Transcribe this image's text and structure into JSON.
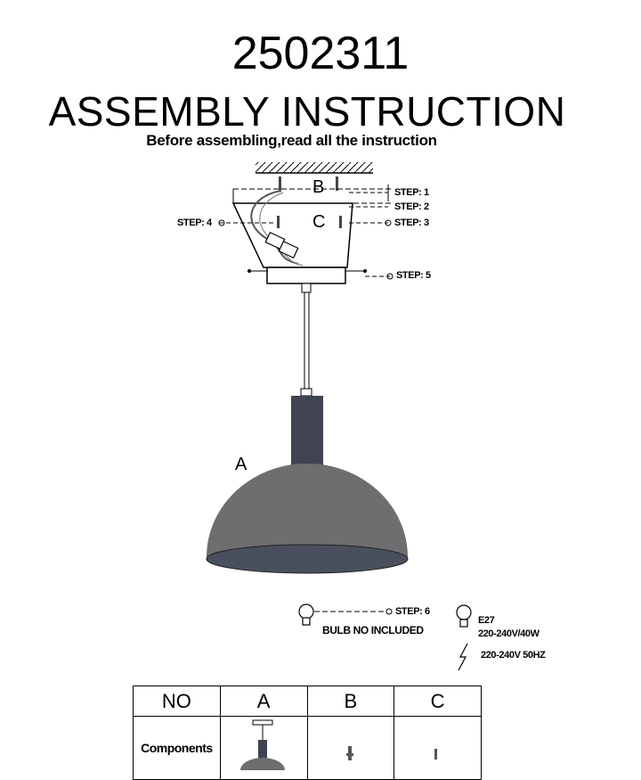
{
  "header": {
    "model_number": "2502311",
    "title": "ASSEMBLY  INSTRUCTION",
    "subtitle": "Before assembling,read all the instruction"
  },
  "diagram": {
    "part_labels": {
      "a": "A",
      "b": "B",
      "c": "C"
    },
    "steps": {
      "step1": "STEP: 1",
      "step2": "STEP: 2",
      "step3": "STEP: 3",
      "step4": "STEP: 4",
      "step5": "STEP: 5",
      "step6": "STEP: 6"
    },
    "bulb_note": "BULB NO INCLUDED",
    "specs": {
      "socket": "E27",
      "power": "220-240V/40W",
      "supply": "220-240V 50HZ"
    },
    "colors": {
      "shade": "#6e6e70",
      "shade_inner": "#4a4f5e",
      "stem": "#3f4352"
    }
  },
  "components_table": {
    "headers": [
      "NO",
      "A",
      "B",
      "C"
    ],
    "row_label": "Components"
  }
}
